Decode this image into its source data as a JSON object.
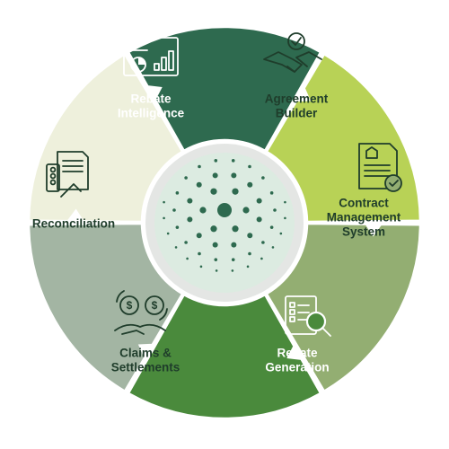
{
  "diagram": {
    "segments": [
      {
        "id": "rebate-intelligence",
        "lines": [
          "Rebate",
          "Intelligence"
        ],
        "color": "#2e6a4f",
        "text_color": "#ffffff",
        "icon": "analytics-dashboard-icon"
      },
      {
        "id": "agreement-builder",
        "lines": [
          "Agreement",
          "Builder"
        ],
        "color": "#b8d256",
        "text_color": "#1f3d2b",
        "icon": "handshake-icon"
      },
      {
        "id": "contract-management-system",
        "lines": [
          "Contract",
          "Management",
          "System"
        ],
        "color": "#93ae72",
        "text_color": "#1f3d2b",
        "icon": "contract-document-icon"
      },
      {
        "id": "rebate-generation",
        "lines": [
          "Rebate",
          "Generation"
        ],
        "color": "#4a8a3c",
        "text_color": "#ffffff",
        "icon": "clipboard-search-icon"
      },
      {
        "id": "claims-settlements",
        "lines": [
          "Claims &",
          "Settlements"
        ],
        "color": "#a3b5a3",
        "text_color": "#1f3d2b",
        "icon": "money-exchange-icon"
      },
      {
        "id": "reconciliation",
        "lines": [
          "Reconciliation"
        ],
        "color": "#eef0dc",
        "text_color": "#1f3d2b",
        "icon": "document-handoff-icon"
      }
    ],
    "center": {
      "color": "#dcebe1",
      "ring_color": "#e4e6e4",
      "dot_color": "#2e6a4f",
      "icon": "dot-burst-logo-icon"
    }
  }
}
